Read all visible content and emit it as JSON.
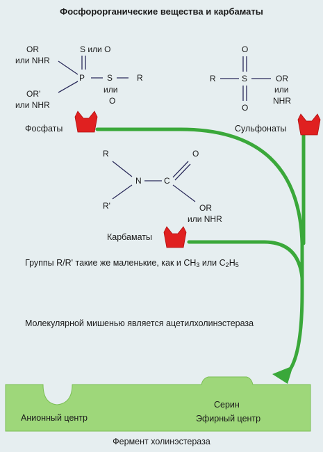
{
  "title": "Фосфорорганические вещества и карбаматы",
  "phosphate": {
    "or_top": "OR",
    "nhr_top": "или NHR",
    "or_bottom": "OR'",
    "nhr_bottom": "или NHR",
    "p_atom": "P",
    "s_or_o": "S или O",
    "s_atom": "S",
    "r_atom": "R",
    "ili": "или",
    "o_atom": "O",
    "label": "Фосфаты"
  },
  "sulfonate": {
    "r_atom": "R",
    "s_atom": "S",
    "o_top": "O",
    "o_bottom": "O",
    "or": "OR",
    "ili": "или",
    "nhr": "NHR",
    "label": "Сульфонаты"
  },
  "carbamate": {
    "r_atom": "R",
    "r_prime": "R'",
    "n_atom": "N",
    "c_atom": "C",
    "o_atom": "O",
    "or": "OR",
    "or_nhr": "или NHR",
    "label": "Карбаматы"
  },
  "groups_note_pre": "Группы R/R' такие же маленькие, как и CH",
  "groups_note_sub1": "3",
  "groups_note_mid": " или C",
  "groups_note_sub2": "2",
  "groups_note_h": "H",
  "groups_note_sub3": "5",
  "target_note": "Молекулярной мишенью является ацетилхолинэстераза",
  "enzyme": {
    "anion_center": "Анионный центр",
    "serine": "Серин",
    "ester_center": "Эфирный центр",
    "caption": "Фермент холинэстераза"
  },
  "colors": {
    "background": "#e6eef0",
    "arrow_green": "#3aa83a",
    "inhibitor_red": "#e02020",
    "enzyme_green": "#9ed77a",
    "bond": "#2a2a5a"
  }
}
